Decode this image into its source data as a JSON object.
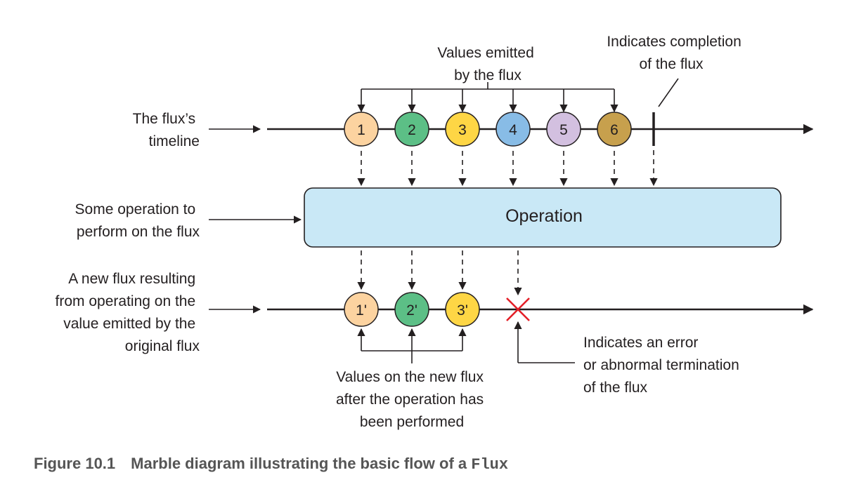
{
  "labels": {
    "values_emitted": [
      "Values emitted",
      "by the flux"
    ],
    "completion": [
      "Indicates completion",
      "of the flux"
    ],
    "timeline": [
      "The flux’s",
      "timeline"
    ],
    "operation_desc": [
      "Some operation to",
      "perform on the flux"
    ],
    "new_flux": [
      "A new flux resulting",
      "from operating on the",
      "value emitted by the",
      "original flux"
    ],
    "new_values": [
      "Values on the new flux",
      "after the operation has",
      "been performed"
    ],
    "error": [
      "Indicates an error",
      "or abnormal termination",
      "of the flux"
    ]
  },
  "operation": {
    "label": "Operation",
    "fill": "#c9e8f6",
    "stroke": "#231f20"
  },
  "source_marbles": [
    {
      "label": "1",
      "color": "#fcd3a0"
    },
    {
      "label": "2",
      "color": "#5cbf86"
    },
    {
      "label": "3",
      "color": "#fed645"
    },
    {
      "label": "4",
      "color": "#88bce6"
    },
    {
      "label": "5",
      "color": "#d3c0e0"
    },
    {
      "label": "6",
      "color": "#c7a04d"
    }
  ],
  "result_marbles": [
    {
      "label": "1'",
      "color": "#fcd3a0"
    },
    {
      "label": "2'",
      "color": "#5cbf86"
    },
    {
      "label": "3'",
      "color": "#fed645"
    }
  ],
  "error_marker": {
    "icon": "error-x-icon",
    "color": "#e41e26"
  },
  "caption": {
    "number": "Figure 10.1",
    "text": "Marble diagram illustrating the basic flow of a ",
    "code": "Flux"
  }
}
